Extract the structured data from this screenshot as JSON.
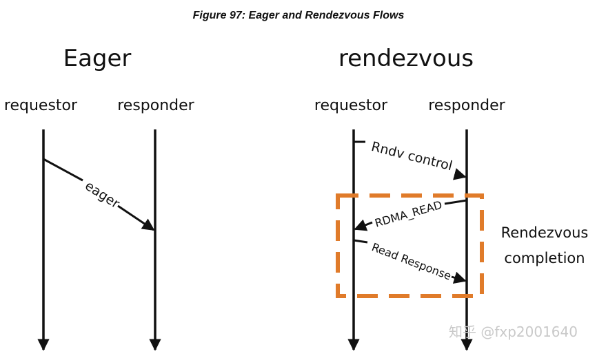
{
  "caption": "Figure 97: Eager and Rendezvous Flows",
  "eager": {
    "title": "Eager",
    "requestor": "requestor",
    "responder": "responder",
    "message": "eager"
  },
  "rendezvous": {
    "title": "rendezvous",
    "requestor": "requestor",
    "responder": "responder",
    "messages": [
      "Rndv control",
      "RDMA_READ",
      "Read Response"
    ],
    "completion_line1": "Rendezvous",
    "completion_line2": "completion"
  },
  "colors": {
    "line": "#111111",
    "dashed_box": "#e07b2a",
    "watermark": "#c9c9c9"
  },
  "watermark": "知乎 @fxp2001640"
}
